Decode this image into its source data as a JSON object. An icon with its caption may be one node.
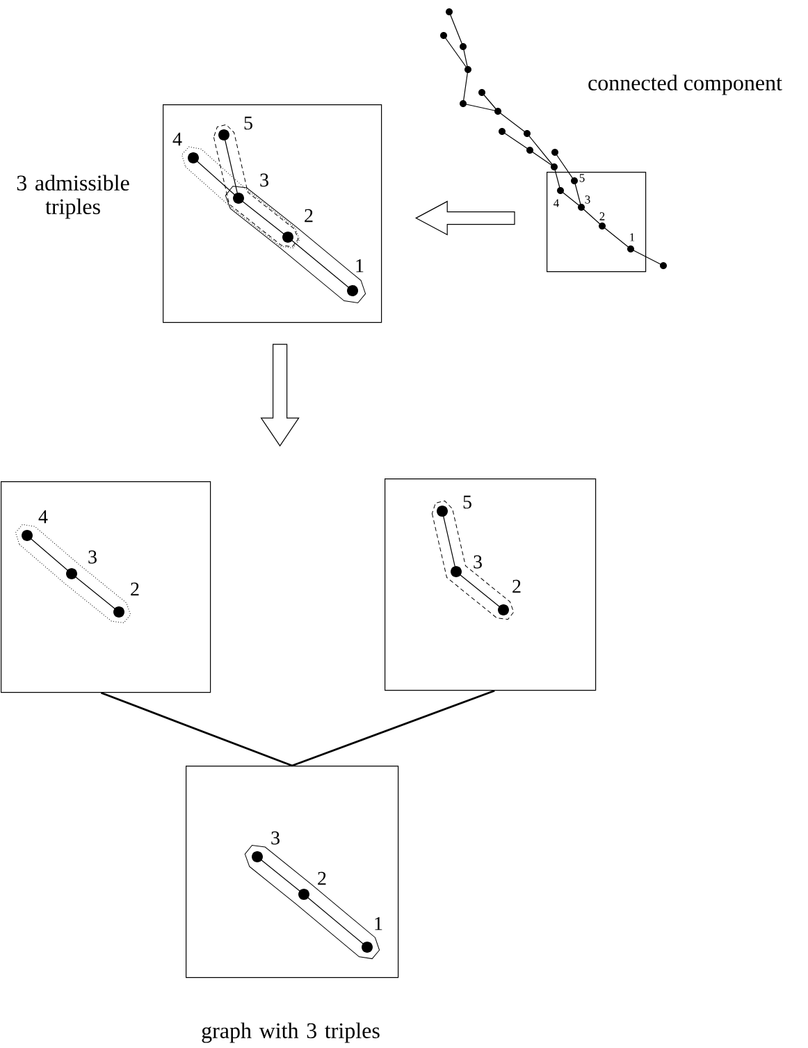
{
  "diagram": {
    "nodes": [
      {
        "text": [
          "5",
          "4",
          "3",
          "2",
          "1"
        ],
        "beside": [
          "3 admissible triples"
        ]
      },
      {
        "text": [
          "5",
          "4",
          "3",
          "2",
          "1"
        ]
      },
      {
        "text": [
          "4",
          "3",
          "2"
        ]
      },
      {
        "text": [
          "5",
          "3",
          "2"
        ]
      },
      {
        "text": [
          "3",
          "2",
          "1"
        ],
        "beside": [
          "graph with 3 triples"
        ]
      }
    ],
    "edges": [
      {
        "from": 1,
        "to": 0,
        "arrow": "to"
      },
      {
        "from": 0,
        "to": null,
        "arrow": "to"
      },
      {
        "from": 2,
        "to": 4,
        "arrow": "none"
      },
      {
        "from": 3,
        "to": 4,
        "arrow": "none"
      }
    ],
    "labels": [
      "connected component"
    ]
  }
}
